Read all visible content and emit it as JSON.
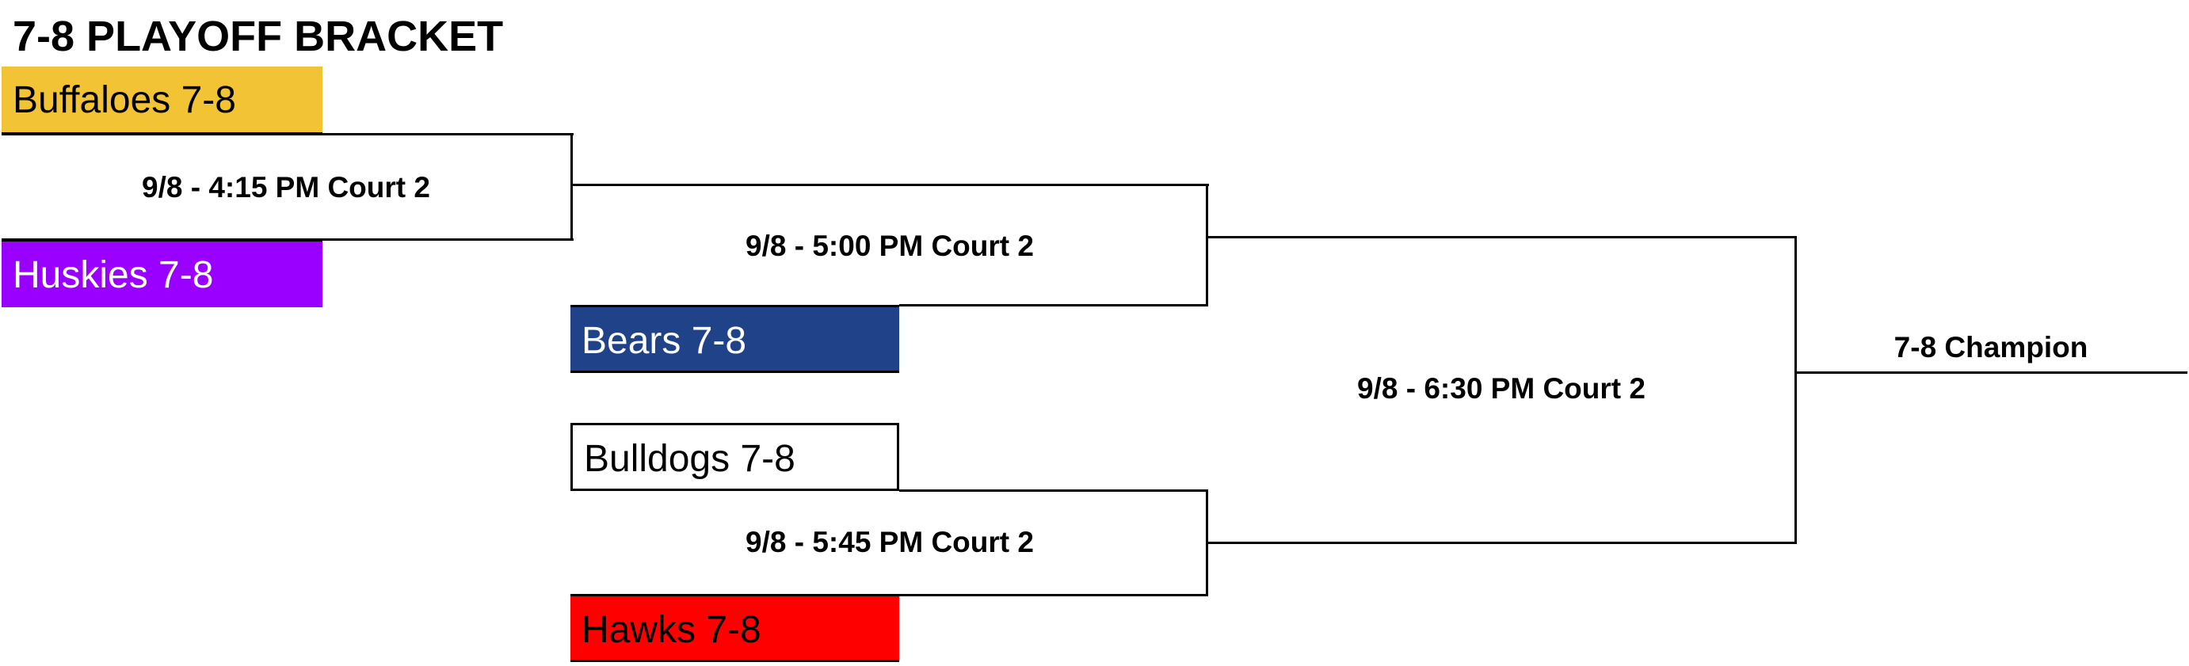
{
  "title": "7-8 PLAYOFF BRACKET",
  "teams": [
    {
      "name": "Buffaloes 7-8",
      "bg": "#F2C335",
      "fg": "#000000"
    },
    {
      "name": "Huskies 7-8",
      "bg": "#9900FF",
      "fg": "#FFFFFF"
    },
    {
      "name": "Bears 7-8",
      "bg": "#1F4289",
      "fg": "#FFFFFF"
    },
    {
      "name": "Bulldogs 7-8",
      "bg": "#FFFFFF",
      "fg": "#000000"
    },
    {
      "name": "Hawks 7-8",
      "bg": "#FF0000",
      "fg": "#000000"
    }
  ],
  "games": [
    {
      "label": "9/8 - 4:15 PM Court 2"
    },
    {
      "label": "9/8 - 5:00 PM Court 2"
    },
    {
      "label": "9/8 - 5:45 PM Court 2"
    },
    {
      "label": "9/8 - 6:30 PM Court 2"
    }
  ],
  "champion": {
    "label": "7-8 Champion"
  }
}
